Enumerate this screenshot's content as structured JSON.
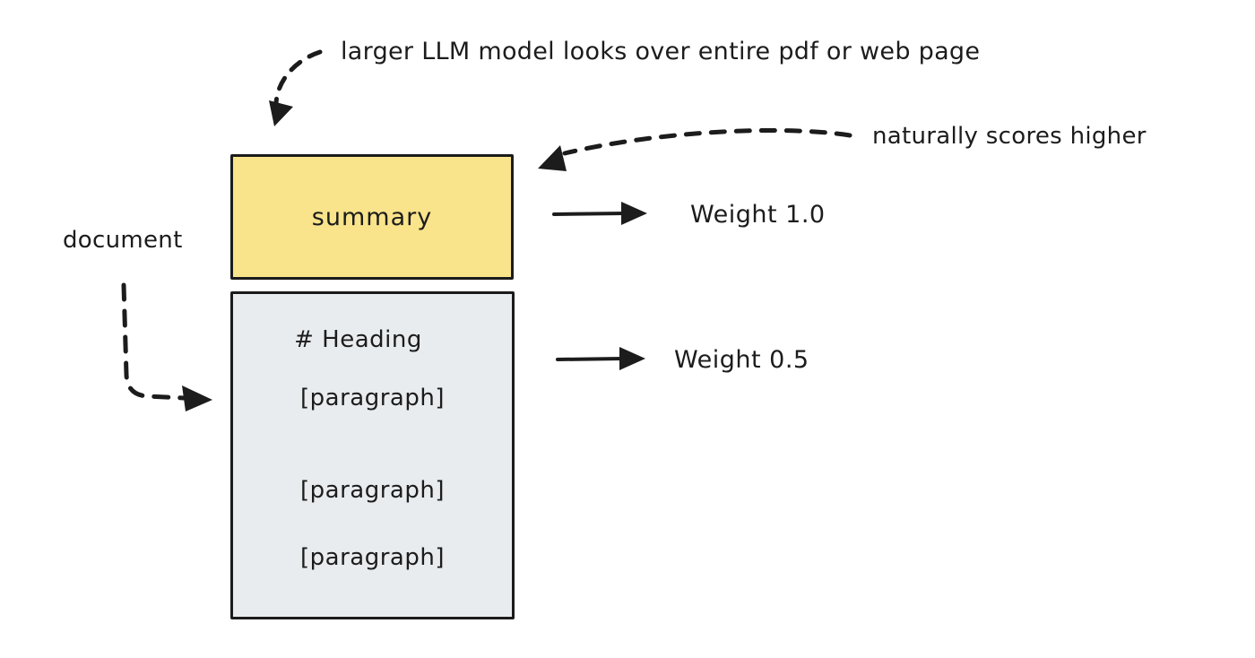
{
  "diagram": {
    "background_color": "#ffffff",
    "ink_color": "#1c1c1c",
    "notes": {
      "top": "larger LLM model looks over entire pdf or web page",
      "right": "naturally scores higher",
      "left": "document"
    },
    "summary_box": {
      "label": "summary",
      "fill_color": "#f9e48b"
    },
    "document_box": {
      "fill_color": "#e9ecef",
      "lines": [
        "# Heading",
        "[paragraph]",
        "[paragraph]",
        "[paragraph]"
      ]
    },
    "weights": {
      "summary": "Weight 1.0",
      "document": "Weight 0.5"
    }
  }
}
